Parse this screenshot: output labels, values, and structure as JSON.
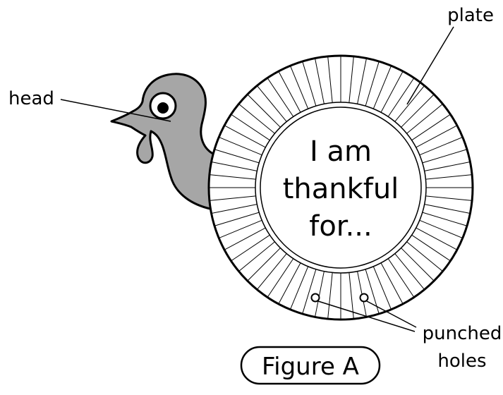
{
  "labels": {
    "plate": "plate",
    "head": "head",
    "punched_line1": "punched",
    "punched_line2": "holes"
  },
  "center_text": {
    "line1": "I am",
    "line2": "thankful",
    "line3": "for..."
  },
  "figure_label": "Figure A",
  "colors": {
    "turkey_body": "#a6a6a6",
    "outline": "#000000",
    "background": "#ffffff"
  }
}
